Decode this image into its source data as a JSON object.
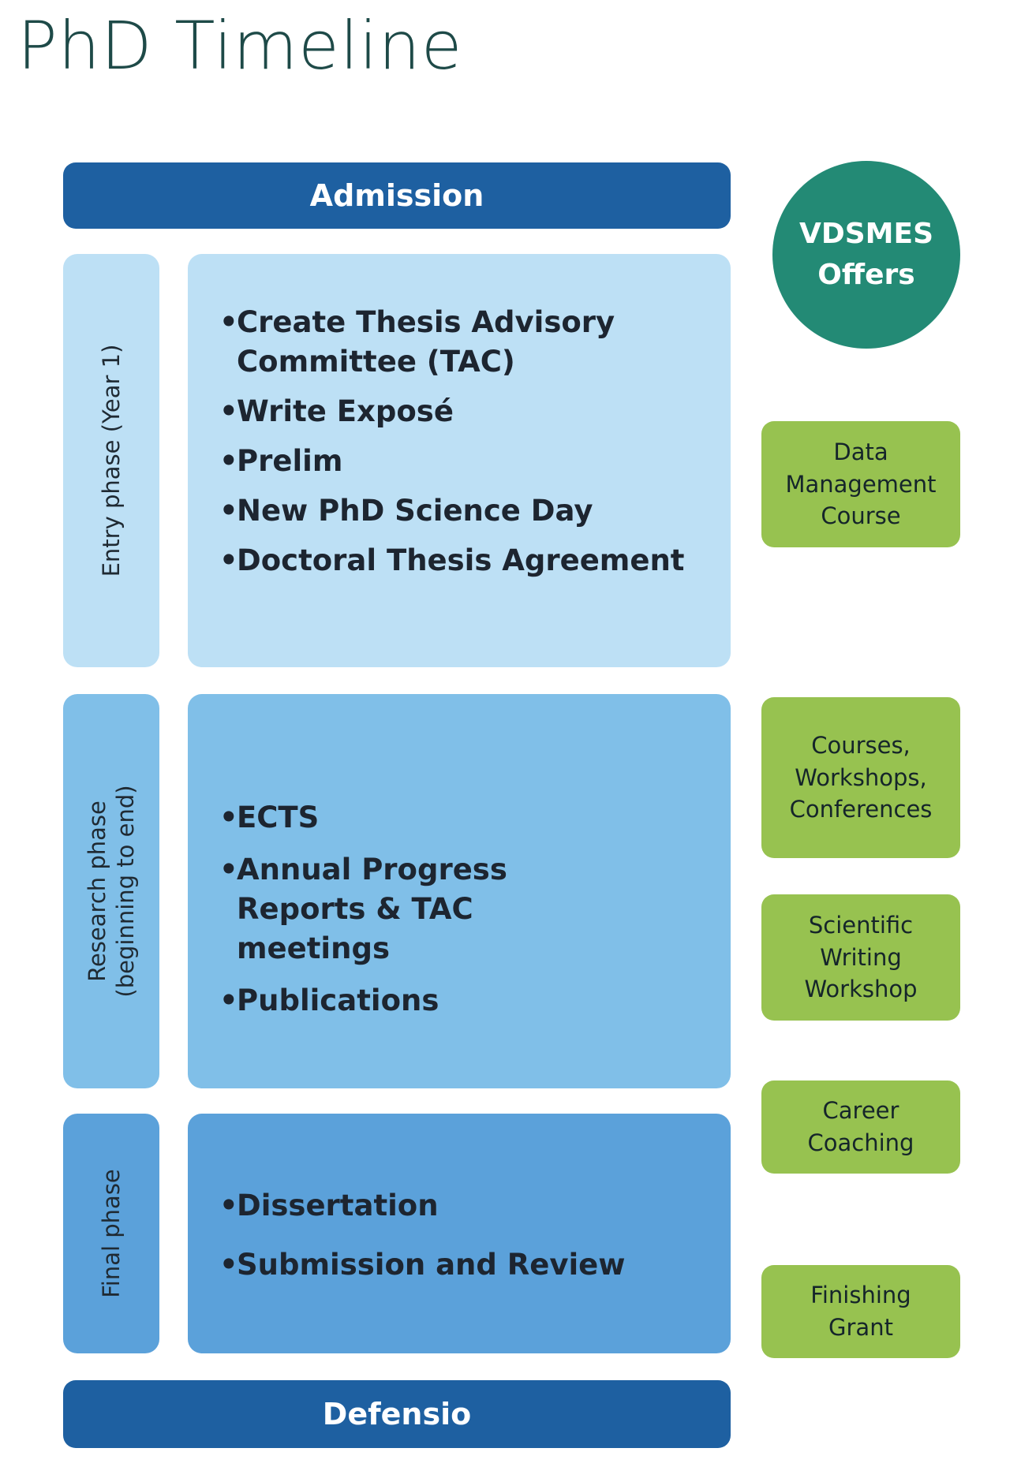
{
  "title": "PhD Timeline",
  "admission": "Admission",
  "defensio": "Defensio",
  "phases": [
    {
      "label": "Entry phase (Year 1)",
      "items": [
        "Create Thesis Advisory Committee (TAC)",
        "Write Exposé",
        "Prelim",
        "New PhD Science Day",
        "Doctoral Thesis Agreement"
      ]
    },
    {
      "label": "Research phase\n(beginning to end)",
      "items": [
        "ECTS",
        "Annual Progress Reports & TAC meetings",
        "Publications"
      ]
    },
    {
      "label": "Final phase",
      "items": [
        "Dissertation",
        "Submission and Review"
      ]
    }
  ],
  "offers_heading": "VDSMES\nOffers",
  "offers": [
    "Data\nManagement\nCourse",
    "Courses,\nWorkshops,\nConferences",
    "Scientific\nWriting\nWorkshop",
    "Career\nCoaching",
    "Finishing\nGrant"
  ],
  "colors": {
    "dark_blue": "#1e60a1",
    "entry_phase": "#bde0f5",
    "research_phase": "#80bfe8",
    "final_phase": "#5ba1da",
    "offers_circle": "#238a75",
    "offer_box": "#97c250",
    "title": "#1e4a48"
  }
}
